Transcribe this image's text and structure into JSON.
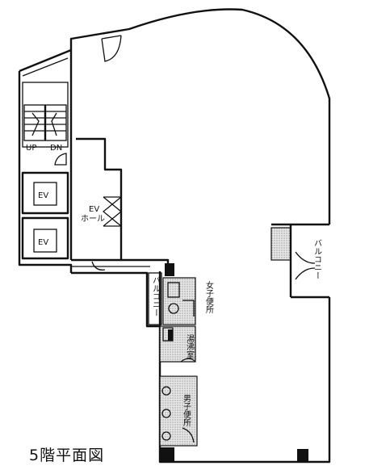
{
  "plan": {
    "title": "5階平面図",
    "labels": {
      "up": "UP",
      "dn": "DN",
      "ev1": "EV",
      "ev2": "EV",
      "ev_hall_line1": "EV",
      "ev_hall_line2": "ホール",
      "balcony_left": "バルコニー",
      "balcony_right": "バルコニー",
      "womens_toilet": "女子便所",
      "kitchenette": "湯沸室",
      "mens_toilet": "男子便所"
    }
  }
}
